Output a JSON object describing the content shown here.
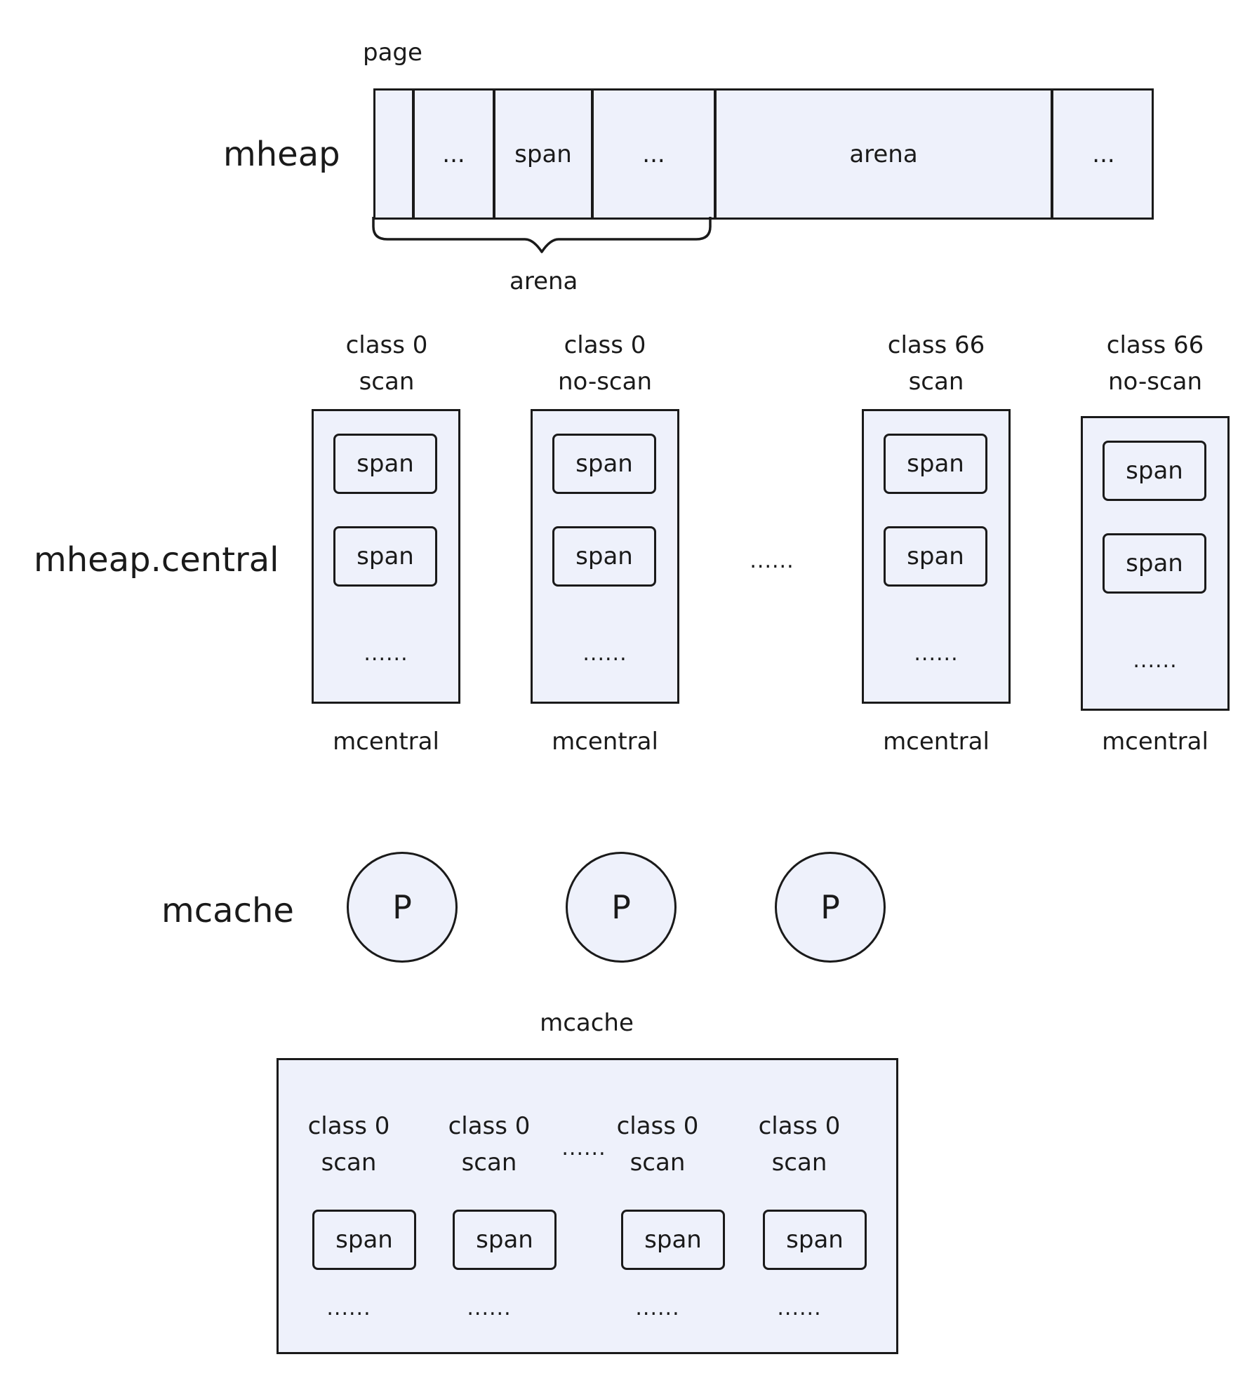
{
  "mheap": {
    "label": "mheap",
    "page_label": "page",
    "cells": [
      "",
      "...",
      "span",
      "...",
      "arena",
      "..."
    ],
    "brace_label": "arena"
  },
  "central": {
    "label": "mheap.central",
    "gap_dots": "......",
    "columns": [
      {
        "class": "class 0",
        "kind": "scan",
        "spans": [
          "span",
          "span"
        ],
        "dots": "......",
        "footer": "mcentral"
      },
      {
        "class": "class 0",
        "kind": "no-scan",
        "spans": [
          "span",
          "span"
        ],
        "dots": "......",
        "footer": "mcentral"
      },
      {
        "class": "class 66",
        "kind": "scan",
        "spans": [
          "span",
          "span"
        ],
        "dots": "......",
        "footer": "mcentral"
      },
      {
        "class": "class 66",
        "kind": "no-scan",
        "spans": [
          "span",
          "span"
        ],
        "dots": "......",
        "footer": "mcentral"
      }
    ]
  },
  "mcache": {
    "label": "mcache",
    "processors": [
      "P",
      "P",
      "P"
    ],
    "box_title": "mcache",
    "gap_dots": "......",
    "columns": [
      {
        "class": "class 0",
        "kind": "scan",
        "span": "span",
        "dots": "......"
      },
      {
        "class": "class 0",
        "kind": "scan",
        "span": "span",
        "dots": "......"
      },
      {
        "class": "class 0",
        "kind": "scan",
        "span": "span",
        "dots": "......"
      },
      {
        "class": "class 0",
        "kind": "scan",
        "span": "span",
        "dots": "......"
      }
    ]
  }
}
